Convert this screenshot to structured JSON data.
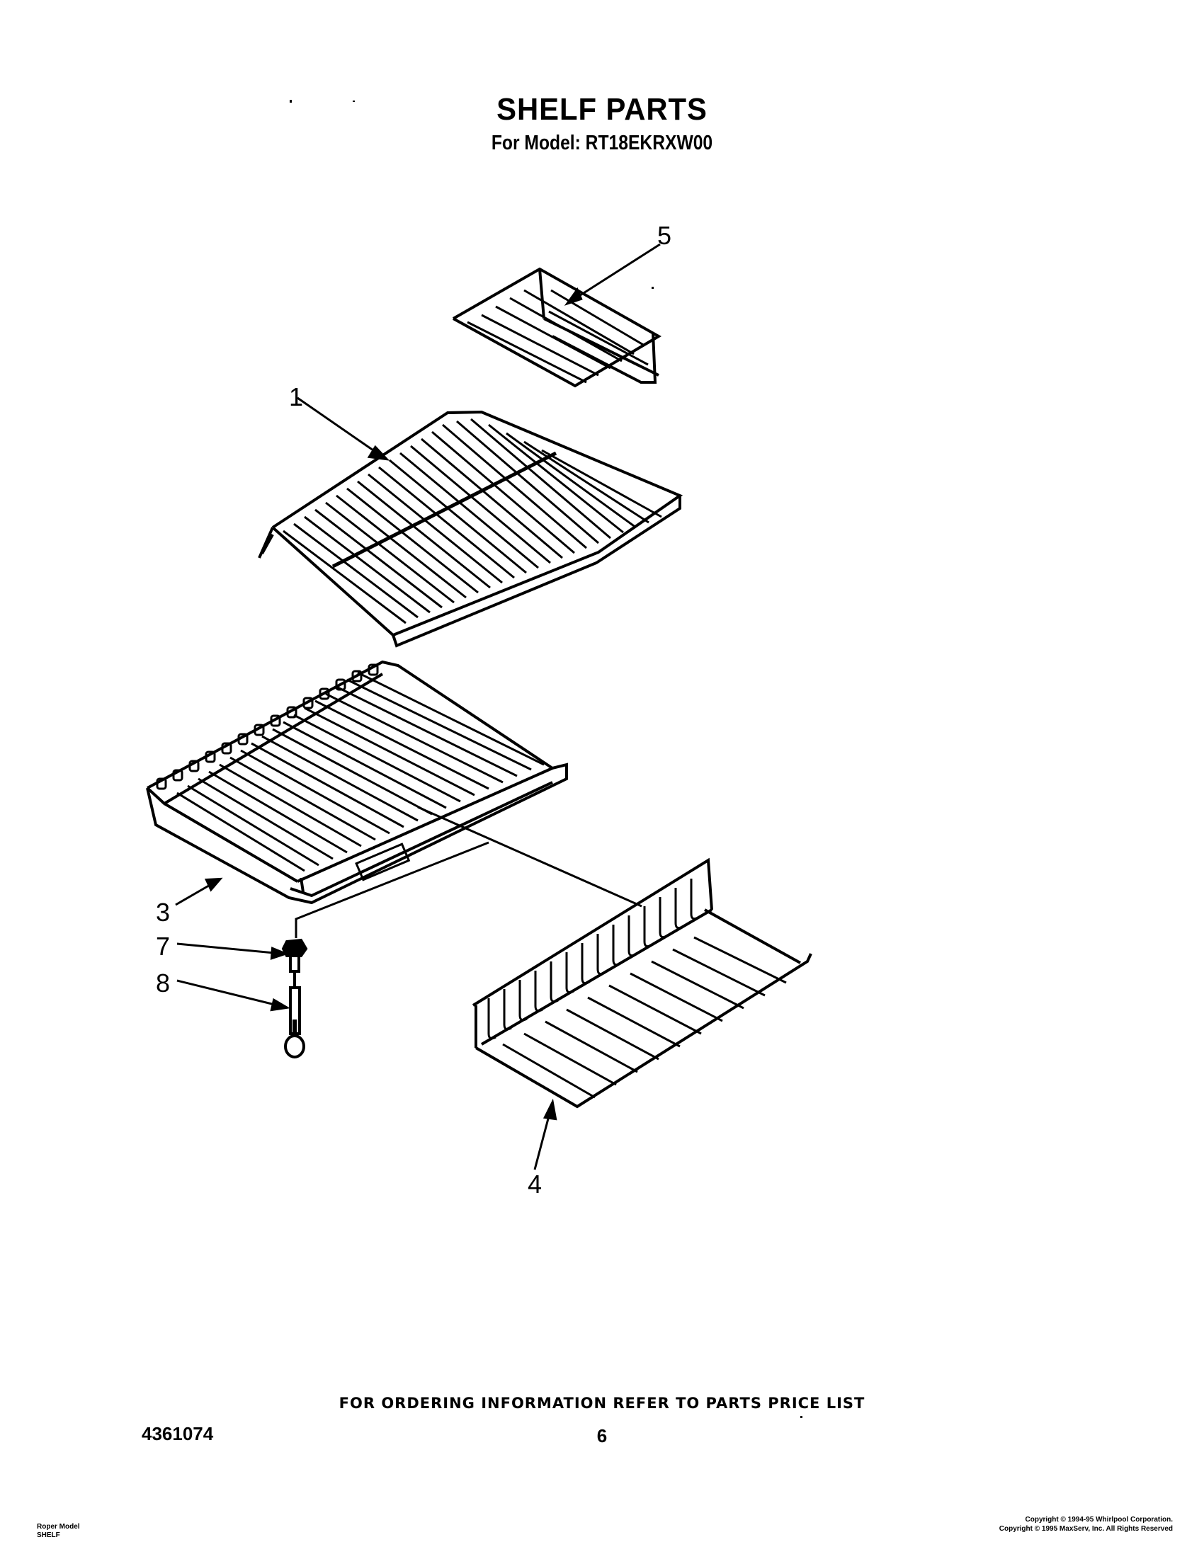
{
  "header": {
    "title": "SHELF PARTS",
    "subtitle": "For Model: RT18EKRXW00"
  },
  "diagram": {
    "callouts": [
      {
        "id": "1",
        "label": "1",
        "part": "wire-shelf"
      },
      {
        "id": "3",
        "label": "3",
        "part": "crisper-cover-shelf"
      },
      {
        "id": "4",
        "label": "4",
        "part": "wire-basket"
      },
      {
        "id": "5",
        "label": "5",
        "part": "small-wire-shelf"
      },
      {
        "id": "7",
        "label": "7",
        "part": "light-socket"
      },
      {
        "id": "8",
        "label": "8",
        "part": "light-bulb"
      }
    ]
  },
  "footer": {
    "order_note": "FOR ORDERING INFORMATION REFER TO PARTS PRICE LIST",
    "doc_number": "4361074",
    "page_number": "6",
    "left_line1": "Roper Model",
    "left_line2": "SHELF",
    "copyright_line1": "Copyright © 1994-95 Whirlpool Corporation.",
    "copyright_line2": "Copyright © 1995 MaxServ, Inc.  All Rights Reserved"
  }
}
